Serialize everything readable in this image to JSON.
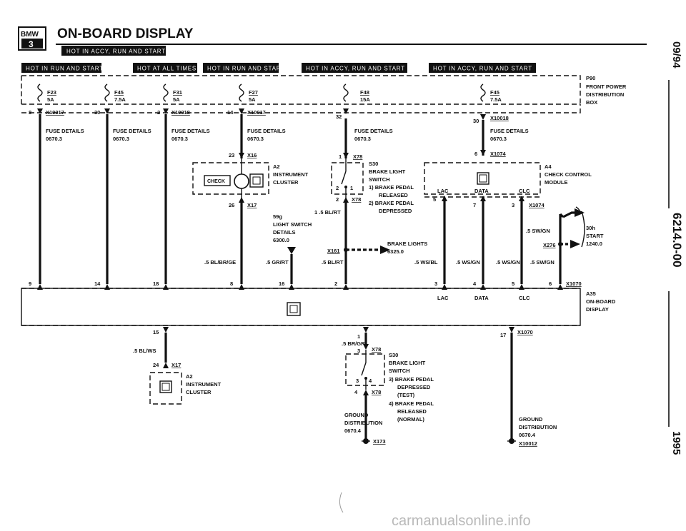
{
  "header": {
    "logo_top": "BMW",
    "logo_bottom": "3",
    "title": "ON-BOARD DISPLAY",
    "sub_banner": "HOT IN ACCY, RUN AND START"
  },
  "side_text": {
    "date": "09/94",
    "page": "6214.0-00",
    "year": "1995"
  },
  "watermark": "carmanualsonline.info",
  "banners": [
    "HOT IN RUN AND START",
    "HOT AT ALL TIMES",
    "HOT IN RUN AND START",
    "HOT IN ACCY, RUN AND START",
    "HOT IN ACCY, RUN AND START"
  ],
  "p90": {
    "id": "P90",
    "l1": "FRONT POWER",
    "l2": "DISTRIBUTION",
    "l3": "BOX"
  },
  "fuses": [
    {
      "id": "F23",
      "rating": "5A"
    },
    {
      "id": "F45",
      "rating": "7.5A"
    },
    {
      "id": "F31",
      "rating": "5A"
    },
    {
      "id": "F27",
      "rating": "5A"
    },
    {
      "id": "F48",
      "rating": "15A"
    },
    {
      "id": "F45",
      "rating": "7.5A"
    }
  ],
  "conn_top": [
    {
      "pin": "8",
      "id": "X10017"
    },
    {
      "pin": "30",
      "id": ""
    },
    {
      "pin": "2",
      "id": "X10018"
    },
    {
      "pin": "14",
      "id": "X10017"
    },
    {
      "pin": "32",
      "id": ""
    },
    {
      "pin": "30",
      "id": "X10018"
    }
  ],
  "fuse_details": {
    "l1": "FUSE DETAILS",
    "l2": "0670.3"
  },
  "cluster_top": {
    "pin_in": "23",
    "conn_in": "X16",
    "id": "A2",
    "l1": "INSTRUMENT",
    "l2": "CLUSTER",
    "check": "CHECK",
    "pin_out": "26",
    "conn_out": "X17"
  },
  "light_switch": {
    "id": "59g",
    "l1": "LIGHT SWITCH",
    "l2": "DETAILS",
    "l3": "6300.0"
  },
  "s30_top": {
    "pin1": "1",
    "conn": "X78",
    "id": "S30",
    "l1": "BRAKE LIGHT",
    "l2": "SWITCH",
    "note1": "1) BRAKE PEDAL",
    "note1b": "RELEASED",
    "note2": "2) BRAKE PEDAL",
    "note2b": "DEPRESSED",
    "pin_a": "2",
    "pin_b": "1",
    "pin2": "2",
    "conn2": "X78"
  },
  "a4": {
    "pin": "6",
    "conn": "X1074",
    "id": "A4",
    "l1": "CHECK CONTROL",
    "l2": "MODULE",
    "lac": "LAC",
    "data": "DATA",
    "clc": "CLC",
    "p5": "5",
    "p7": "7",
    "p3": "3",
    "conn2": "X1074"
  },
  "brake_lights": {
    "conn": "X161",
    "l1": "BRAKE LIGHTS",
    "l2": "6325.0",
    "wire_a": "1 .5 BL/RT",
    "wire_b": ".5 BL/RT"
  },
  "start_box": {
    "wire": ".5 SW/GN",
    "conn": "X276",
    "l1": "30h",
    "l2": "START",
    "l3": "1240.0"
  },
  "wires": [
    ".5 BL/BR/GE",
    ".5 GR/RT",
    ".5 WS/BL",
    ".5 WS/GN",
    ".5 WS/GN",
    ".5 SW/GN"
  ],
  "a35": {
    "id": "A35",
    "l1": "ON-BOARD",
    "l2": "DISPLAY",
    "pins": [
      "9",
      "14",
      "18",
      "8",
      "16",
      "2",
      "3",
      "4",
      "5",
      "6"
    ],
    "conn": "X1070",
    "lac": "LAC",
    "data": "DATA",
    "clc": "CLC"
  },
  "bottom": {
    "pin15": "15",
    "wire15": ".5 BL/WS",
    "pin24": "24",
    "conn24": "X17",
    "a2": "A2",
    "a2_l1": "INSTRUMENT",
    "a2_l2": "CLUSTER",
    "pin1": "1",
    "wire1": ".5 BR/GR",
    "pin3": "3",
    "conn3": "X78",
    "s30": "S30",
    "s30_l1": "BRAKE LIGHT",
    "s30_l2": "SWITCH",
    "n3": "3) BRAKE PEDAL",
    "n3b": "DEPRESSED",
    "n3c": "(TEST)",
    "n4": "4) BRAKE PEDAL",
    "n4b": "RELEASED",
    "n4c": "(NORMAL)",
    "sw_a": "3",
    "sw_b": "4",
    "pin4": "4",
    "conn4": "X78",
    "g1_l1": "GROUND",
    "g1_l2": "DISTRIBUTION",
    "g1_l3": "0670.4",
    "g1_conn": "X173",
    "pin17": "17",
    "conn17": "X1070",
    "g2_l1": "GROUND",
    "g2_l2": "DISTRIBUTION",
    "g2_l3": "0670.4",
    "g2_conn": "X10012"
  }
}
